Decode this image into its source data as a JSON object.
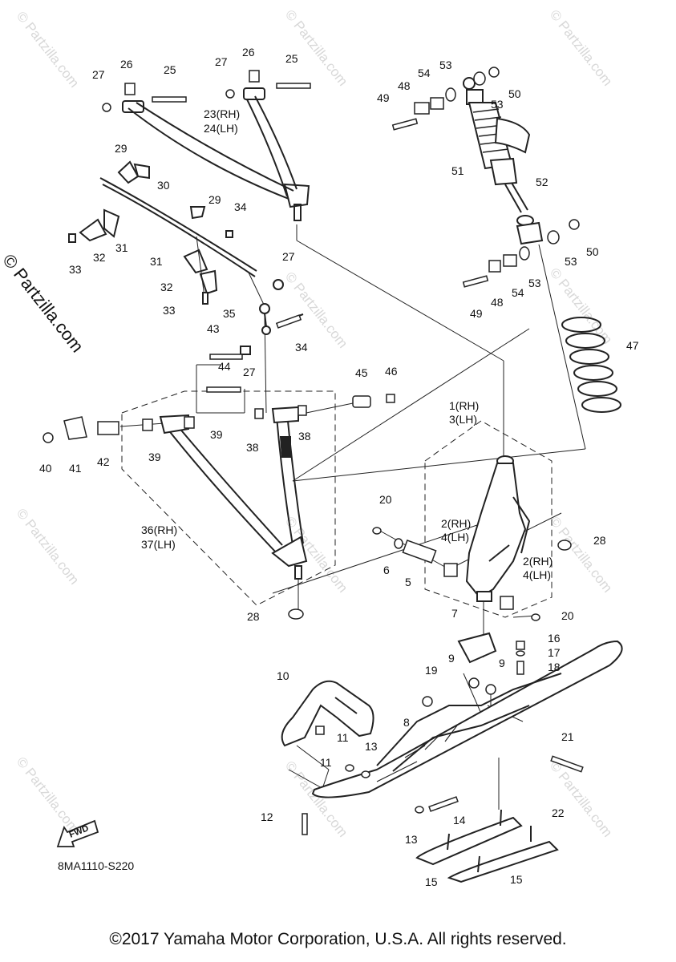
{
  "watermark": "© Partzilla.com",
  "side_watermark": "© Partzilla.com",
  "diagram_code": "8MA1110-S220",
  "fwd_label": "FWD",
  "copyright": "©2017 Yamaha Motor Corporation, U.S.A. All rights reserved.",
  "callouts": {
    "p1_3": [
      "1(RH)",
      "3(LH)"
    ],
    "p2_4a": [
      "2(RH)",
      "4(LH)"
    ],
    "p2_4b": [
      "2(RH)",
      "4(LH)"
    ],
    "p5": "5",
    "p6": "6",
    "p7": "7",
    "p8": "8",
    "p9a": "9",
    "p9b": "9",
    "p10": "10",
    "p11a": "11",
    "p11b": "11",
    "p12": "12",
    "p13a": "13",
    "p13b": "13",
    "p14": "14",
    "p15a": "15",
    "p15b": "15",
    "p16": "16",
    "p17": "17",
    "p18": "18",
    "p19": "19",
    "p20a": "20",
    "p20b": "20",
    "p21": "21",
    "p22": "22",
    "p23_24": [
      "23(RH)",
      "24(LH)"
    ],
    "p25a": "25",
    "p25b": "25",
    "p26a": "26",
    "p26b": "26",
    "p27a": "27",
    "p27b": "27",
    "p27c": "27",
    "p27d": "27",
    "p28a": "28",
    "p28b": "28",
    "p29a": "29",
    "p29b": "29",
    "p30": "30",
    "p31a": "31",
    "p31b": "31",
    "p32a": "32",
    "p32b": "32",
    "p33a": "33",
    "p33b": "33",
    "p34a": "34",
    "p34b": "34",
    "p35": "35",
    "p36_37": [
      "36(RH)",
      "37(LH)"
    ],
    "p38a": "38",
    "p38b": "38",
    "p39a": "39",
    "p39b": "39",
    "p40": "40",
    "p41": "41",
    "p42": "42",
    "p43": "43",
    "p44": "44",
    "p45": "45",
    "p46": "46",
    "p47": "47",
    "p48a": "48",
    "p48b": "48",
    "p49a": "49",
    "p49b": "49",
    "p50a": "50",
    "p50b": "50",
    "p51": "51",
    "p52": "52",
    "p53a": "53",
    "p53b": "53",
    "p53c": "53",
    "p53d": "53",
    "p54a": "54",
    "p54b": "54"
  }
}
